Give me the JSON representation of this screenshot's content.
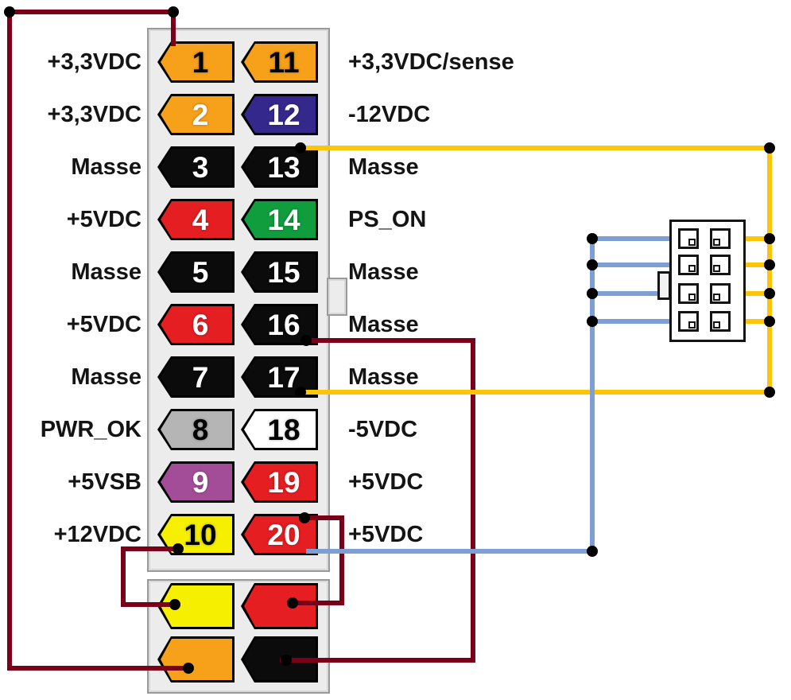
{
  "colors": {
    "maroon": "#7a0019",
    "wire_yellow": "#fdc507",
    "wire_blue": "#7d9fd3",
    "dot": "#000000",
    "body": "#ececec"
  },
  "rows": [
    {
      "left_label": "+3,3VDC",
      "left_pin": {
        "num": "1",
        "color": "#f7a11b",
        "text": "#000000"
      },
      "right_pin": {
        "num": "11",
        "color": "#f7a11b",
        "text": "#000000"
      },
      "right_label": "+3,3VDC/sense"
    },
    {
      "left_label": "+3,3VDC",
      "left_pin": {
        "num": "2",
        "color": "#f7a11b",
        "text": "#ffffff"
      },
      "right_pin": {
        "num": "12",
        "color": "#35288c",
        "text": "#ffffff"
      },
      "right_label": "-12VDC"
    },
    {
      "left_label": "Masse",
      "left_pin": {
        "num": "3",
        "color": "#0b0b0b",
        "text": "#ffffff"
      },
      "right_pin": {
        "num": "13",
        "color": "#0b0b0b",
        "text": "#ffffff"
      },
      "right_label": "Masse"
    },
    {
      "left_label": "+5VDC",
      "left_pin": {
        "num": "4",
        "color": "#e51e22",
        "text": "#ffffff"
      },
      "right_pin": {
        "num": "14",
        "color": "#109d3e",
        "text": "#ffffff"
      },
      "right_label": "PS_ON"
    },
    {
      "left_label": "Masse",
      "left_pin": {
        "num": "5",
        "color": "#0b0b0b",
        "text": "#ffffff"
      },
      "right_pin": {
        "num": "15",
        "color": "#0b0b0b",
        "text": "#ffffff"
      },
      "right_label": "Masse"
    },
    {
      "left_label": "+5VDC",
      "left_pin": {
        "num": "6",
        "color": "#e51e22",
        "text": "#ffffff"
      },
      "right_pin": {
        "num": "16",
        "color": "#0b0b0b",
        "text": "#ffffff"
      },
      "right_label": "Masse"
    },
    {
      "left_label": "Masse",
      "left_pin": {
        "num": "7",
        "color": "#0b0b0b",
        "text": "#ffffff"
      },
      "right_pin": {
        "num": "17",
        "color": "#0b0b0b",
        "text": "#ffffff"
      },
      "right_label": "Masse"
    },
    {
      "left_label": "PWR_OK",
      "left_pin": {
        "num": "8",
        "color": "#b5b5b5",
        "text": "#000000"
      },
      "right_pin": {
        "num": "18",
        "color": "#ffffff",
        "text": "#000000"
      },
      "right_label": "-5VDC"
    },
    {
      "left_label": "+5VSB",
      "left_pin": {
        "num": "9",
        "color": "#a34d98",
        "text": "#ffffff"
      },
      "right_pin": {
        "num": "19",
        "color": "#e51e22",
        "text": "#ffffff"
      },
      "right_label": "+5VDC"
    },
    {
      "left_label": "+12VDC",
      "left_pin": {
        "num": "10",
        "color": "#f6ef00",
        "text": "#000000"
      },
      "right_pin": {
        "num": "20",
        "color": "#e51e22",
        "text": "#ffffff"
      },
      "right_label": "+5VDC"
    }
  ],
  "bottom_pins": {
    "yellow": {
      "color": "#f6ef00"
    },
    "red": {
      "color": "#e51e22"
    },
    "orange": {
      "color": "#f7a11b"
    },
    "black": {
      "color": "#0b0b0b"
    }
  }
}
